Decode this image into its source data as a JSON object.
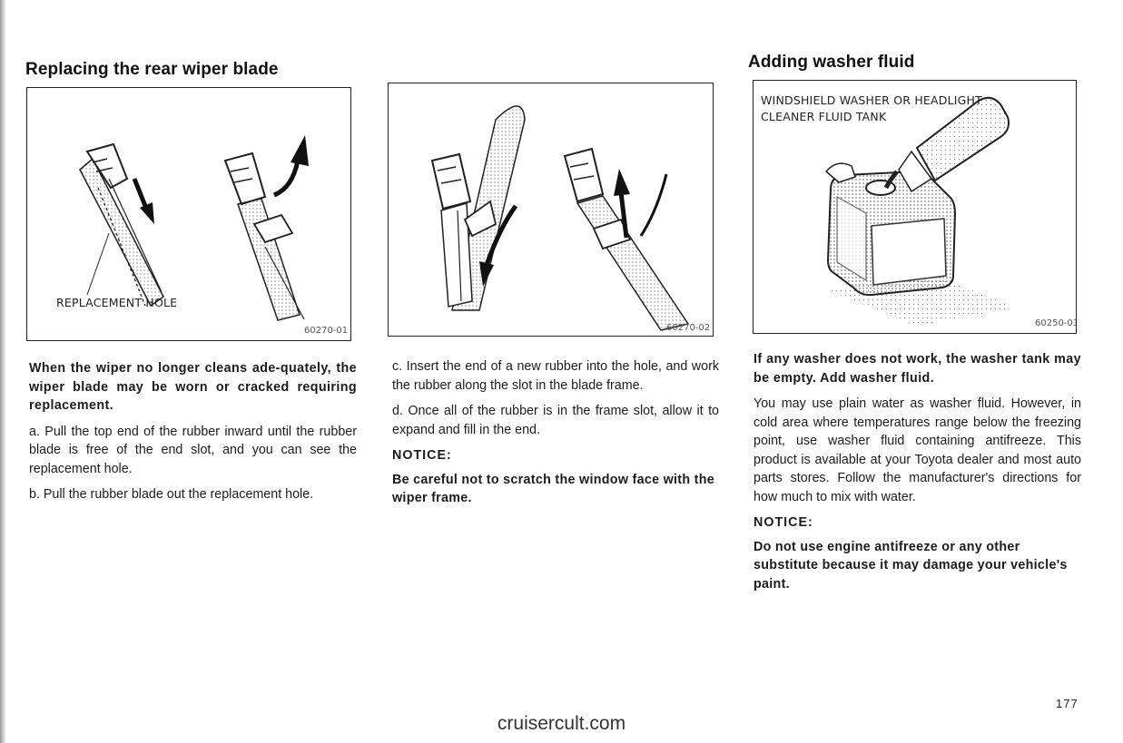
{
  "left": {
    "title": "Replacing the rear wiper blade",
    "figure": {
      "label": "REPLACEMENT HOLE",
      "code": "60270-01"
    },
    "lead": "When the wiper no longer cleans ade-quately, the wiper blade may be worn or cracked requiring replacement.",
    "step_a": "a. Pull the top end of the rubber inward until the rubber blade is free of the end slot, and you can see the replacement hole.",
    "step_b": "b. Pull the rubber blade out the replacement hole."
  },
  "middle": {
    "figure": {
      "code": "60270-02"
    },
    "step_c": "c. Insert the end of a new rubber into the hole, and work the rubber along the slot in the blade frame.",
    "step_d": "d. Once all of the rubber is in the frame slot, allow it to expand and fill in the end.",
    "notice_heading": "NOTICE:",
    "notice_text": "Be careful not to scratch the window face with the wiper frame."
  },
  "right": {
    "title": "Adding washer fluid",
    "figure": {
      "label_line1": "WINDSHIELD WASHER OR HEADLIGHT",
      "label_line2": "CLEANER FLUID TANK",
      "code": "60250-03"
    },
    "lead": "If any washer does not work, the washer tank may be empty. Add washer fluid.",
    "body": "You may use plain water as washer fluid. However, in cold area where temperatures range below the freezing point, use washer fluid containing antifreeze. This product is available at your Toyota dealer and most auto parts stores. Follow the manufacturer's directions for how much to mix with water.",
    "notice_heading": "NOTICE:",
    "notice_text": "Do not use engine antifreeze or any other substitute because it may damage your vehicle's paint."
  },
  "page_number": "177",
  "watermark": "cruisercult.com"
}
